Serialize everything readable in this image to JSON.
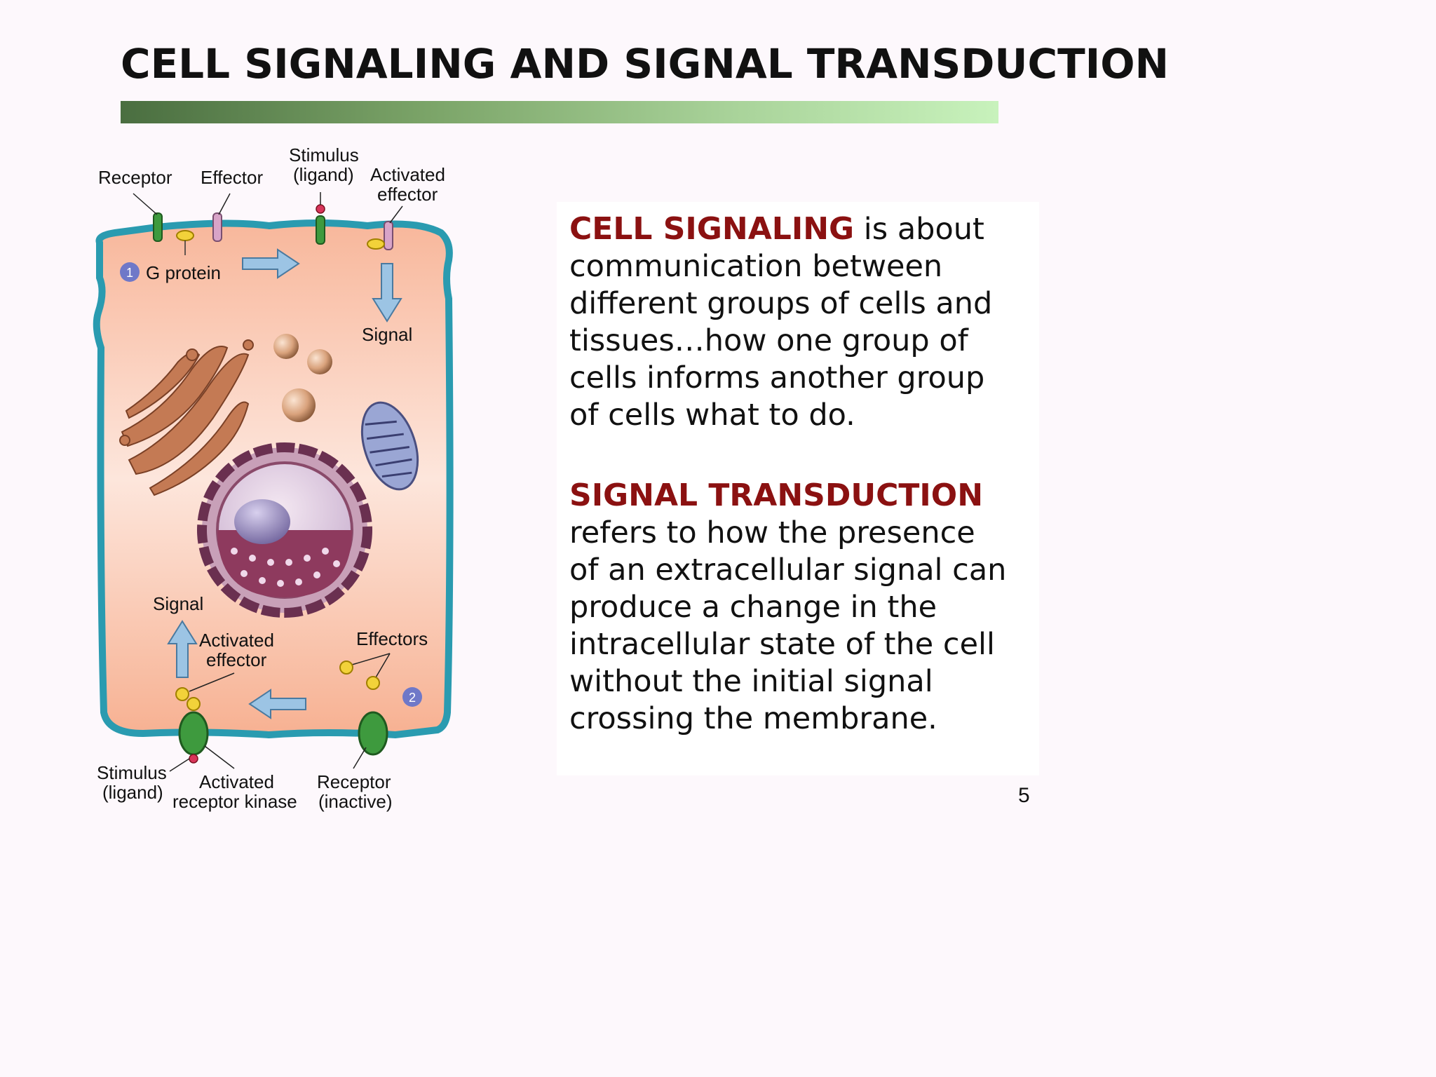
{
  "slide": {
    "title": "CELL SIGNALING AND SIGNAL TRANSDUCTION",
    "slide_number": "5"
  },
  "diagram": {
    "labels": {
      "receptor_top": "Receptor",
      "effector_top": "Effector",
      "stimulus_top_1": "Stimulus",
      "stimulus_top_2": "(ligand)",
      "activated_effector_top_1": "Activated",
      "activated_effector_top_2": "effector",
      "step1_number": "1",
      "g_protein": "G protein",
      "signal_right": "Signal",
      "signal_left": "Signal",
      "activated_effector_bottom_1": "Activated",
      "activated_effector_bottom_2": "effector",
      "effectors": "Effectors",
      "step2_number": "2",
      "stimulus_bottom_1": "Stimulus",
      "stimulus_bottom_2": "(ligand)",
      "activated_receptor_kinase_1": "Activated",
      "activated_receptor_kinase_2": "receptor kinase",
      "receptor_inactive_1": "Receptor",
      "receptor_inactive_2": "(inactive)"
    },
    "colors": {
      "cell_membrane": "#2a9bb0",
      "cytoplasm": "#f7b79a",
      "receptor_green": "#3e9a3e",
      "effector_pink": "#d8a4c8",
      "ligand_red": "#d8355a",
      "g_protein_yellow": "#f2d23a",
      "arrow_blue": "#9cc4e4",
      "step_badge": "#6f78c8"
    }
  },
  "text": {
    "cell_signaling": {
      "keyword": "CELL SIGNALING",
      "body": " is about\ncommunication between\ndifferent groups of cells and\ntissues…how one group of\ncells informs another group\nof cells what to do."
    },
    "signal_transduction": {
      "keyword": "SIGNAL TRANSDUCTION",
      "body": "\nrefers to how the presence\nof an extracellular signal can\nproduce a change in the\nintracellular state of the cell\nwithout the initial signal\ncrossing the membrane."
    }
  }
}
